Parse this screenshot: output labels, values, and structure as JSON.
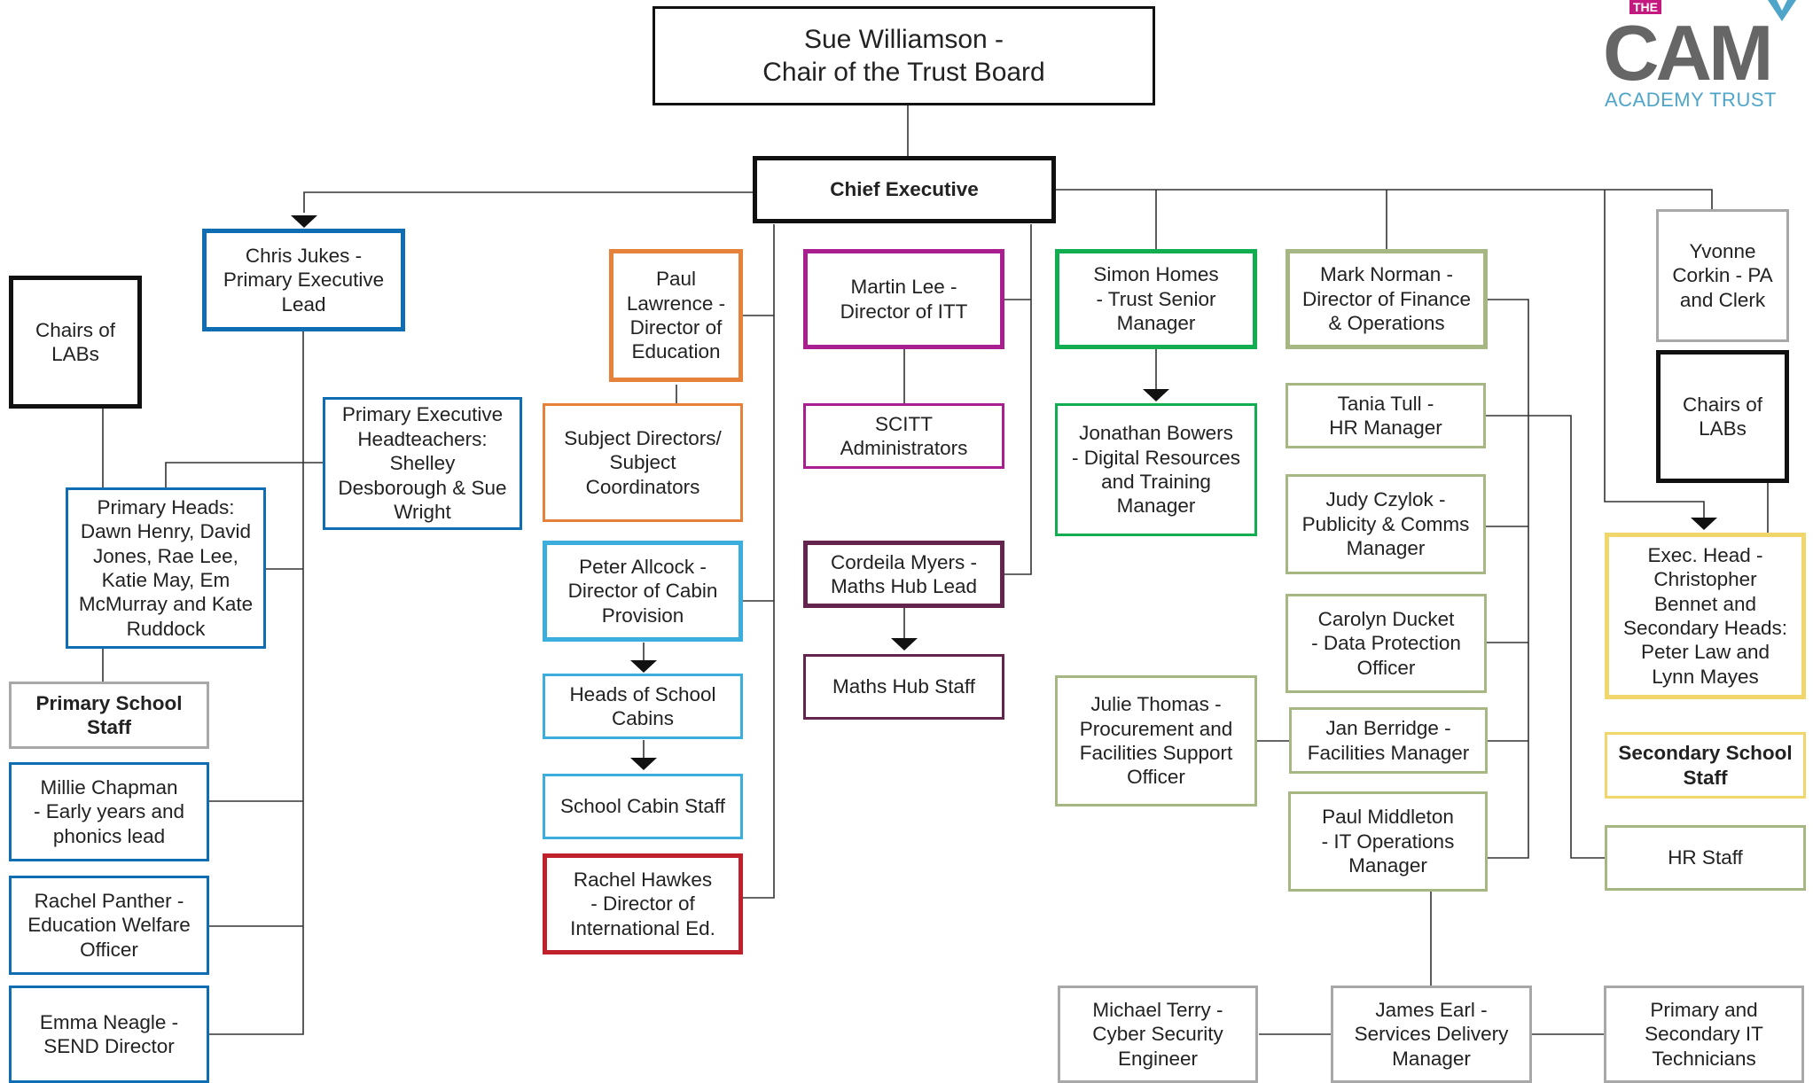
{
  "title": "Sue Williamson -\nChair of the Trust Board",
  "logo": {
    "small": "THE",
    "main": "CAM",
    "sub": "ACADEMY TRUST"
  },
  "colors": {
    "black": "#111111",
    "blue": "#0f6db3",
    "orange": "#e5813a",
    "magenta": "#a91f8f",
    "green": "#12ad50",
    "olive": "#a6b783",
    "grey": "#a8a8a8",
    "cyan": "#3caedd",
    "plum": "#63244d",
    "red": "#c0202b",
    "yellow": "#f0d66b",
    "connector": "#333333"
  },
  "nodes": {
    "chief_executive": "Chief Executive",
    "chris_jukes": "Chris Jukes -\nPrimary Executive\nLead",
    "chairs_labs_left": "Chairs of\nLABs",
    "primary_exec_heads": "Primary Executive\nHeadteachers:\nShelley\nDesborough & Sue\nWright",
    "primary_heads": "Primary Heads:\nDawn Henry, David\nJones, Rae Lee,\nKatie May, Em\nMcMurray and Kate\nRuddock",
    "primary_staff": "Primary School\nStaff",
    "millie_chapman": "Millie Chapman\n- Early years and\nphonics lead",
    "rachel_panther": "Rachel Panther -\nEducation Welfare\nOfficer",
    "emma_neagle": "Emma Neagle -\nSEND Director",
    "paul_lawrence": "Paul\nLawrence -\nDirector of\nEducation",
    "subject_directors": "Subject Directors/\nSubject\nCoordinators",
    "peter_allcock": "Peter Allcock -\nDirector of Cabin\nProvision",
    "heads_cabins": "Heads of School\nCabins",
    "cabin_staff": "School Cabin Staff",
    "rachel_hawkes": "Rachel Hawkes\n- Director of\nInternational Ed.",
    "martin_lee": "Martin Lee -\nDirector of ITT",
    "scitt_admin": "SCITT\nAdministrators",
    "cordeila_myers": "Cordeila Myers -\nMaths Hub Lead",
    "maths_hub_staff": "Maths Hub Staff",
    "simon_homes": "Simon Homes\n- Trust Senior\nManager",
    "jonathan_bowers": "Jonathan Bowers\n- Digital Resources\nand Training\nManager",
    "julie_thomas": "Julie Thomas -\nProcurement and\nFacilities Support\nOfficer",
    "mark_norman": "Mark Norman -\nDirector of Finance\n& Operations",
    "tania_tull": "Tania Tull -\nHR Manager",
    "judy_czylok": "Judy Czylok -\nPublicity & Comms\nManager",
    "carolyn_ducket": "Carolyn Ducket\n- Data Protection\nOfficer",
    "jan_berridge": "Jan Berridge -\nFacilities Manager",
    "paul_middleton": "Paul Middleton\n- IT Operations\nManager",
    "michael_terry": "Michael Terry -\nCyber Security\nEngineer",
    "james_earl": "James Earl -\nServices Delivery\nManager",
    "it_technicians": "Primary and\nSecondary IT\nTechnicians",
    "yvonne_corkin": "Yvonne\nCorkin - PA\nand Clerk",
    "chairs_labs_right": "Chairs of\nLABs",
    "exec_head": "Exec. Head -\nChristopher\nBennet and\nSecondary Heads:\nPeter Law and\nLynn Mayes",
    "secondary_staff": "Secondary School\nStaff",
    "hr_staff": "HR Staff"
  }
}
